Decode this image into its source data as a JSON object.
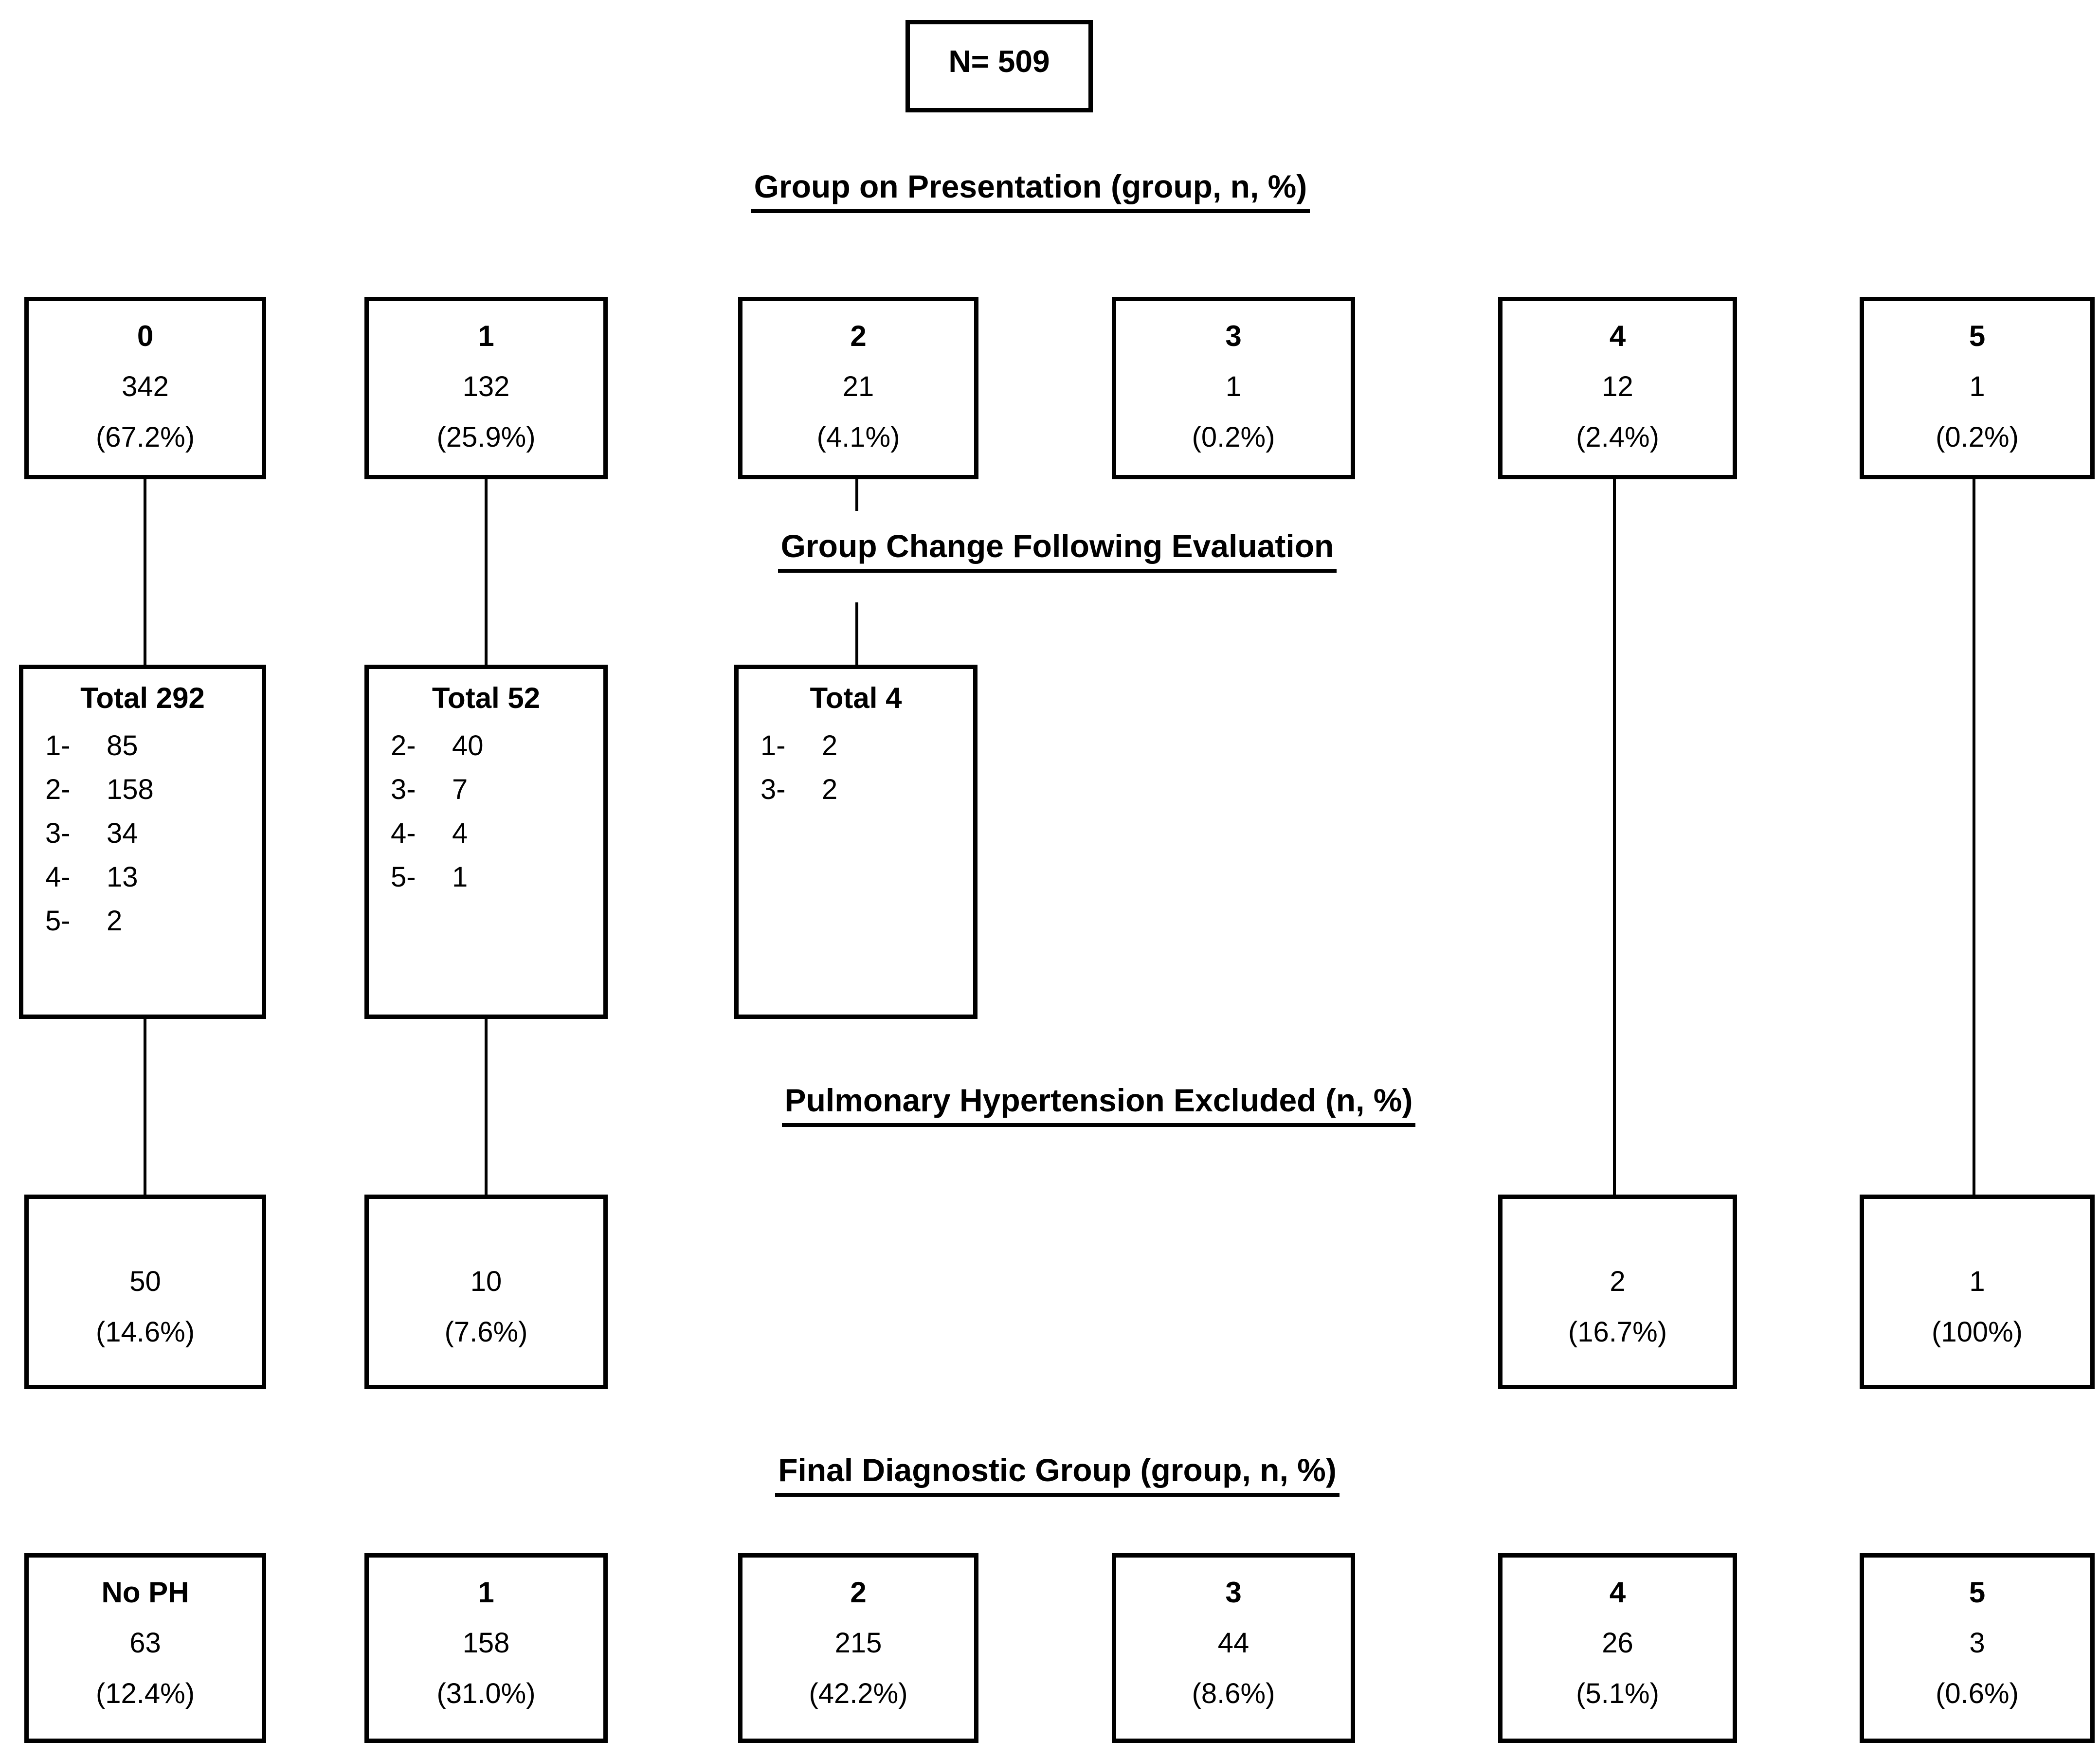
{
  "cohort": {
    "label": "N= 509"
  },
  "headings": {
    "presentation": "Group on Presentation (group, n, %)",
    "group_change": "Group Change Following Evaluation",
    "ph_excluded": "Pulmonary Hypertension Excluded (n, %)",
    "final_group": "Final Diagnostic Group (group, n, %)"
  },
  "presentation_row": [
    {
      "group": "0",
      "n": "342",
      "pct": "(67.2%)"
    },
    {
      "group": "1",
      "n": "132",
      "pct": "(25.9%)"
    },
    {
      "group": "2",
      "n": "21",
      "pct": "(4.1%)"
    },
    {
      "group": "3",
      "n": "1",
      "pct": "(0.2%)"
    },
    {
      "group": "4",
      "n": "12",
      "pct": "(2.4%)"
    },
    {
      "group": "5",
      "n": "1",
      "pct": "(0.2%)"
    }
  ],
  "group_change_row": [
    {
      "title": "Total 292",
      "items": [
        {
          "label": "1-",
          "value": "85"
        },
        {
          "label": "2-",
          "value": "158"
        },
        {
          "label": "3-",
          "value": "34"
        },
        {
          "label": "4-",
          "value": "13"
        },
        {
          "label": "5-",
          "value": "2"
        }
      ]
    },
    {
      "title": "Total 52",
      "items": [
        {
          "label": "2-",
          "value": "40"
        },
        {
          "label": "3-",
          "value": "7"
        },
        {
          "label": "4-",
          "value": "4"
        },
        {
          "label": "5-",
          "value": "1"
        }
      ]
    },
    {
      "title": "Total 4",
      "items": [
        {
          "label": "1-",
          "value": "2"
        },
        {
          "label": "3-",
          "value": "2"
        }
      ]
    }
  ],
  "excluded_row": [
    {
      "n": "50",
      "pct": "(14.6%)"
    },
    {
      "n": "10",
      "pct": "(7.6%)"
    },
    {
      "n": "2",
      "pct": "(16.7%)"
    },
    {
      "n": "1",
      "pct": "(100%)"
    }
  ],
  "final_row": [
    {
      "group": "No PH",
      "n": "63",
      "pct": "(12.4%)"
    },
    {
      "group": "1",
      "n": "158",
      "pct": "(31.0%)"
    },
    {
      "group": "2",
      "n": "215",
      "pct": "(42.2%)"
    },
    {
      "group": "3",
      "n": "44",
      "pct": "(8.6%)"
    },
    {
      "group": "4",
      "n": "26",
      "pct": "(5.1%)"
    },
    {
      "group": "5",
      "n": "3",
      "pct": "(0.6%)"
    }
  ]
}
